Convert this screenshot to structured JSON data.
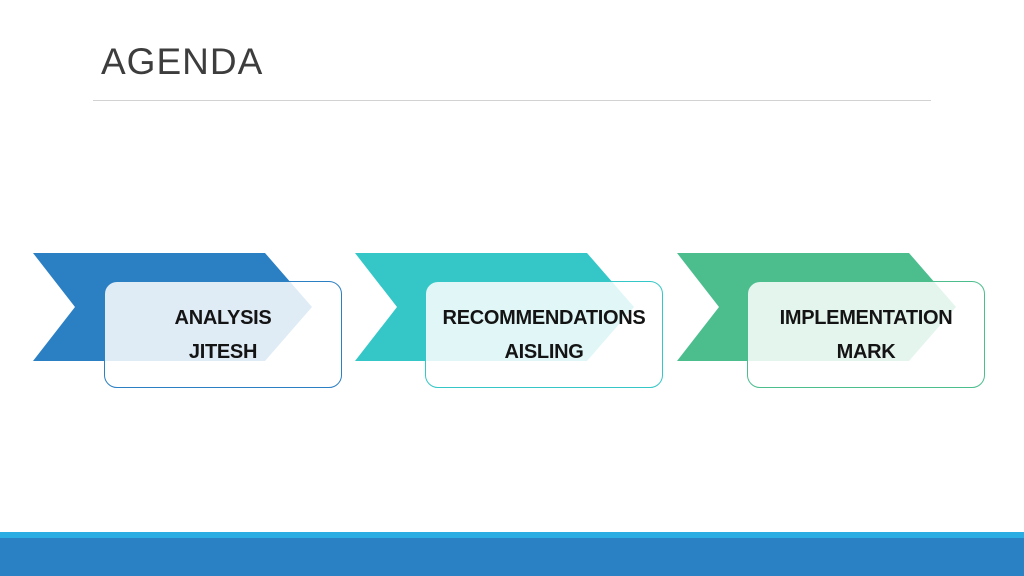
{
  "slide": {
    "title": "AGENDA",
    "steps": [
      {
        "label": "ANALYSIS",
        "presenter": "JITESH",
        "color": "#2b7fc3"
      },
      {
        "label": "RECOMMENDATIONS",
        "presenter": "AISLING",
        "color": "#35c7c7"
      },
      {
        "label": "IMPLEMENTATION",
        "presenter": "MARK",
        "color": "#4cbe8e"
      }
    ],
    "footer": {
      "strip_color": "#29ade2",
      "bar_color": "#2a81c3"
    }
  }
}
